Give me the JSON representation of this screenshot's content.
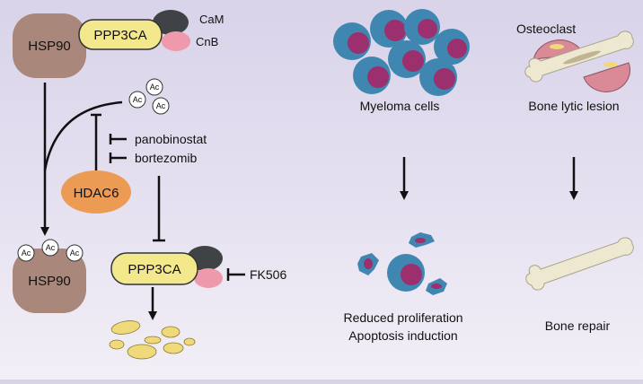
{
  "proteins": {
    "hsp90_top": "HSP90",
    "ppp3ca_top": "PPP3CA",
    "cam": "CaM",
    "cnb": "CnB",
    "hsp90_bottom": "HSP90",
    "hdac6": "HDAC6",
    "ppp3ca_bottom": "PPP3CA"
  },
  "acetyl_label": "Ac",
  "drugs": {
    "panobinostat": "panobinostat",
    "bortezomib": "bortezomib",
    "fk506": "FK506"
  },
  "labels": {
    "osteoclast": "Osteoclast",
    "myeloma_cells": "Myeloma cells",
    "bone_lytic_lesion": "Bone lytic lesion",
    "reduced_proliferation": "Reduced proliferation",
    "apoptosis_induction": "Apoptosis induction",
    "bone_repair": "Bone repair"
  },
  "colors": {
    "hsp90": "#a9877a",
    "ppp3ca": "#f3e88c",
    "cam": "#3f4345",
    "cnb": "#ee9aac",
    "hdac6": "#ec9b55",
    "cell_outer": "#3f86b0",
    "cell_inner": "#9c2f6d",
    "bone": "#ede8cf",
    "fragments": "#efd97a"
  }
}
